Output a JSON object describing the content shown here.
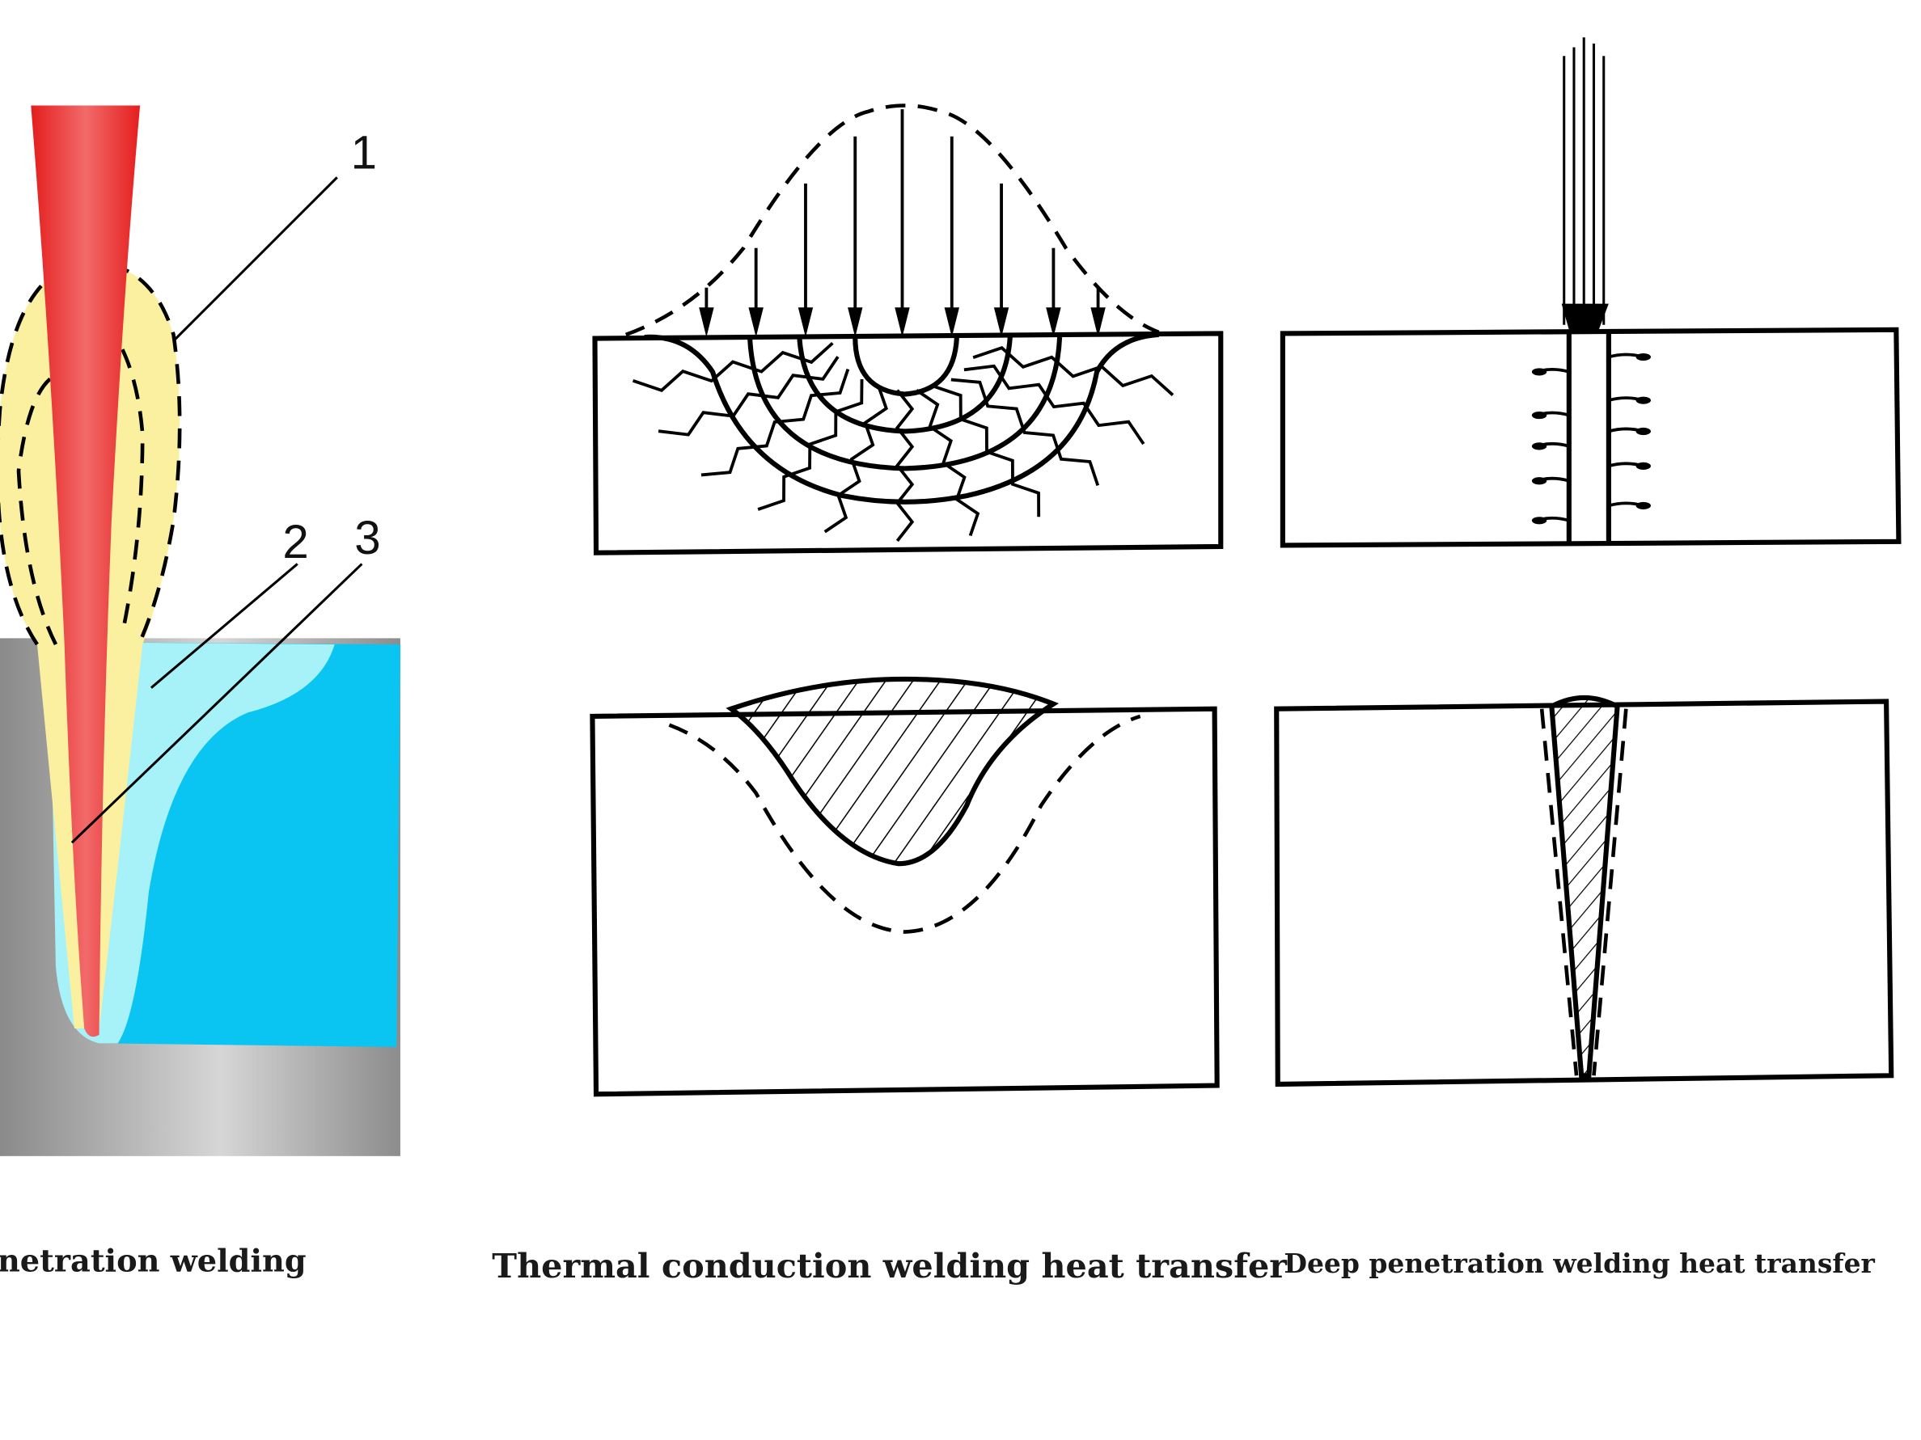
{
  "left_panel": {
    "labels": [
      "1",
      "2",
      "3"
    ],
    "caption": "netration welding",
    "colors": {
      "beam": "#e8231f",
      "plume": "#faf0a0",
      "pool_light": "#a6f2f8",
      "pool": "#0ac4f2",
      "metal": "#9a9a9a"
    }
  },
  "middle_panel": {
    "caption": "Thermal conduction welding heat transfer"
  },
  "right_panel": {
    "caption": "Deep penetration welding heat transfer"
  }
}
